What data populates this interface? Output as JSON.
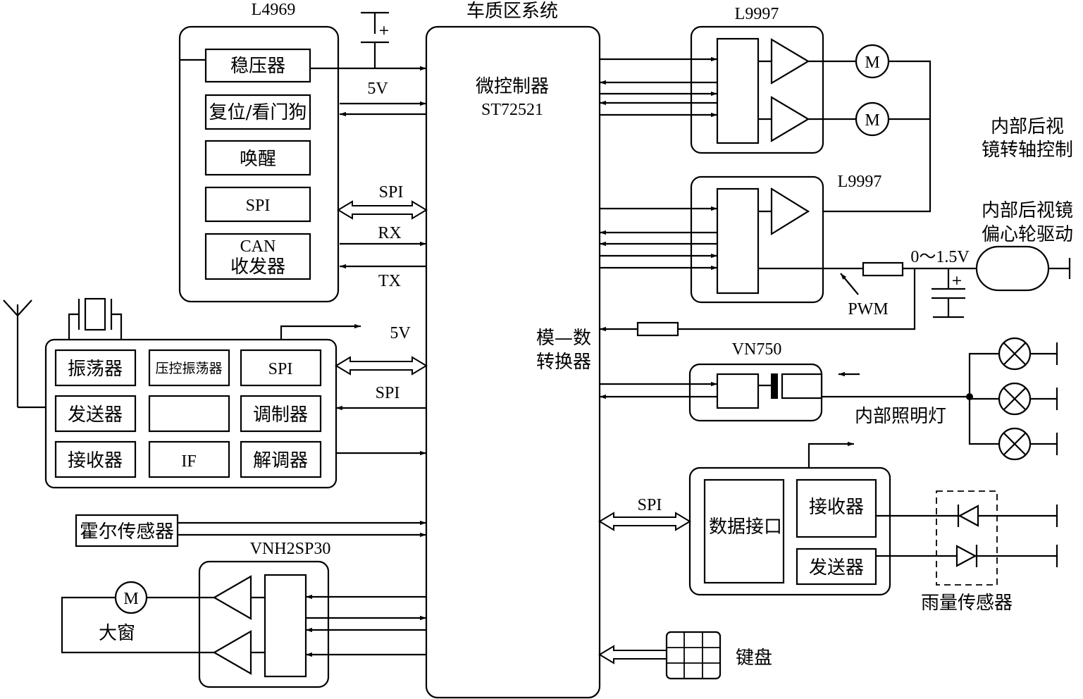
{
  "center": {
    "title": "车质区系统",
    "mcu_line1": "微控制器",
    "mcu_line2": "ST72521",
    "adc_line1": "模—数",
    "adc_line2": "转换器"
  },
  "l4969": {
    "title": "L4969",
    "items": [
      "稳压器",
      "复位/看门狗",
      "唤醒",
      "SPI"
    ],
    "can_line1": "CAN",
    "can_line2": "收发器"
  },
  "signals": {
    "v5": "5V",
    "spi": "SPI",
    "rx": "RX",
    "tx": "TX",
    "pwm": "PWM",
    "range": "0～1.5V"
  },
  "rf": {
    "cells": [
      "振荡器",
      "压控振荡器",
      "SPI",
      "发送器",
      "",
      "调制器",
      "接收器",
      "IF",
      "解调器"
    ]
  },
  "hall": {
    "label": "霍尔传感器"
  },
  "vnh": {
    "title": "VNH2SP30",
    "motor": "M",
    "motor_label": "大窗"
  },
  "l9997a": {
    "title": "L9997",
    "motor": "M",
    "caption_line1": "内部后视",
    "caption_line2": "镜转轴控制"
  },
  "l9997b": {
    "title": "L9997",
    "caption_line1": "内部后视镜",
    "caption_line2": "偏心轮驱动"
  },
  "vn750": {
    "title": "VN750",
    "caption": "内部照明灯"
  },
  "data_if": {
    "interface": "数据接口",
    "receiver": "接收器",
    "transmitter": "发送器",
    "caption": "雨量传感器"
  },
  "keypad": {
    "label": "键盘"
  },
  "battery_plus": "+"
}
